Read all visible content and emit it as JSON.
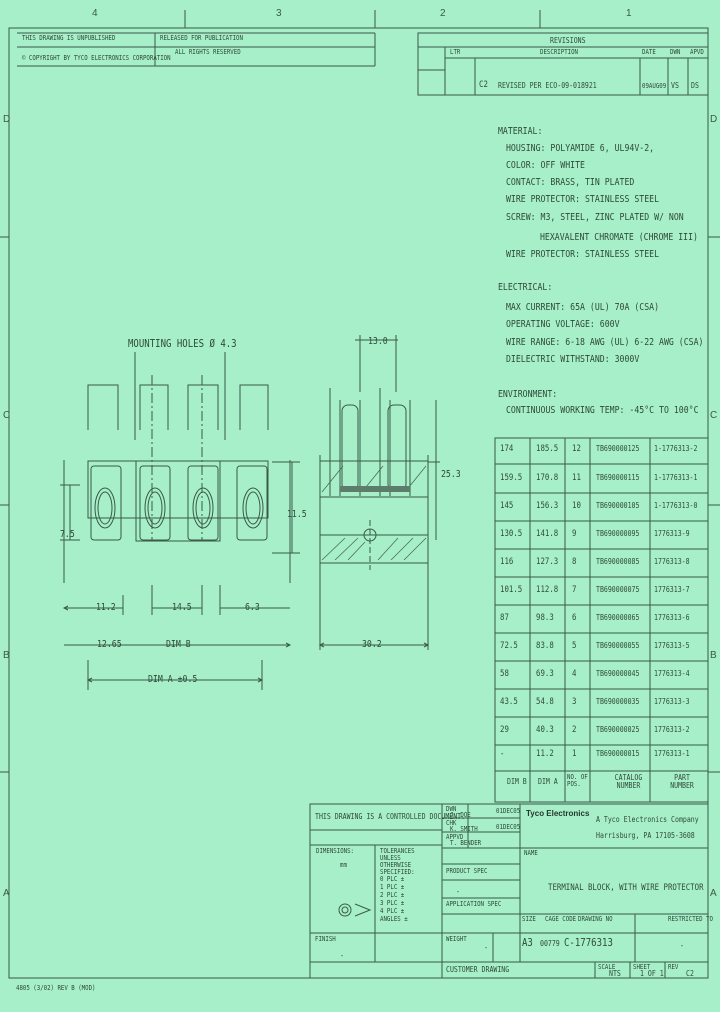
{
  "zones": {
    "top": [
      "4",
      "3",
      "2",
      "1"
    ],
    "left": [
      "D",
      "C",
      "B",
      "A"
    ],
    "right": [
      "D",
      "C",
      "B",
      "A"
    ]
  },
  "header": {
    "dwg_line": "THIS DRAWING IS UNPUBLISHED",
    "copyright": "© COPYRIGHT BY TYCO ELECTRONICS CORPORATION",
    "release": "RELEASED FOR PUBLICATION",
    "rights": "ALL RIGHTS RESERVED",
    "revisions_title": "REVISIONS",
    "rev_cols": [
      "LTR",
      "DESCRIPTION",
      "DATE",
      "DWN",
      "APVD"
    ],
    "rev_row": {
      "ltr": "C2",
      "desc": "REVISED PER ECO-09-018921",
      "date": "09AUG09",
      "dwn": "VS",
      "apvd": "DS"
    }
  },
  "notes": {
    "material_title": "MATERIAL:",
    "material": [
      "HOUSING: POLYAMIDE 6, UL94V-2,",
      "COLOR: OFF WHITE",
      "CONTACT: BRASS, TIN PLATED",
      "WIRE PROTECTOR: STAINLESS STEEL",
      "SCREW: M3, STEEL, ZINC PLATED W/ NON",
      "HEXAVALENT CHROMATE (CHROME III)",
      "WIRE PROTECTOR: STAINLESS STEEL"
    ],
    "electrical_title": "ELECTRICAL:",
    "electrical": [
      "MAX CURRENT: 65A (UL) 70A (CSA)",
      "OPERATING VOLTAGE: 600V",
      "WIRE RANGE: 6-18 AWG (UL) 6-22 AWG (CSA)",
      "DIELECTRIC WITHSTAND: 3000V"
    ],
    "environment_title": "ENVIRONMENT:",
    "environment": [
      "CONTINUOUS WORKING TEMP: -45°C TO 100°C"
    ]
  },
  "dims": {
    "mounting_holes": "MOUNTING HOLES Ø 4.3",
    "d_112": "11.2",
    "d_145": "14.5",
    "d_63": "6.3",
    "d_1265": "12.65",
    "dim_b": "DIM B",
    "dim_a": "DIM A ±0.5",
    "d_75": "7.5",
    "d_115": "11.5",
    "d_130": "13.0",
    "d_253": "25.3",
    "d_302": "30.2"
  },
  "table": {
    "headers": [
      "DIM B",
      "DIM A",
      "NO. OF POS.",
      "CATALOG NUMBER",
      "PART NUMBER"
    ],
    "rows": [
      [
        "174",
        "185.5",
        "12",
        "TB690000125",
        "1-1776313-2"
      ],
      [
        "159.5",
        "170.8",
        "11",
        "TB690000115",
        "1-1776313-1"
      ],
      [
        "145",
        "156.3",
        "10",
        "TB690000105",
        "1-1776313-0"
      ],
      [
        "130.5",
        "141.8",
        "9",
        "TB690000095",
        "1776313-9"
      ],
      [
        "116",
        "127.3",
        "8",
        "TB690000085",
        "1776313-8"
      ],
      [
        "101.5",
        "112.8",
        "7",
        "TB690000075",
        "1776313-7"
      ],
      [
        "87",
        "98.3",
        "6",
        "TB690000065",
        "1776313-6"
      ],
      [
        "72.5",
        "83.8",
        "5",
        "TB690000055",
        "1776313-5"
      ],
      [
        "58",
        "69.3",
        "4",
        "TB690000045",
        "1776313-4"
      ],
      [
        "43.5",
        "54.8",
        "3",
        "TB690000035",
        "1776313-3"
      ],
      [
        "29",
        "40.3",
        "2",
        "TB690000025",
        "1776313-2"
      ],
      [
        "-",
        "11.2",
        "1",
        "TB690000015",
        "1776313-1"
      ]
    ]
  },
  "title_block": {
    "controlled": "THIS DRAWING IS A CONTROLLED DOCUMENT.",
    "dwn_label": "DWN",
    "dwn_val": "J. DOE",
    "dwn_date": "01DEC05",
    "chk_label": "CHK",
    "chk_val": "K. SMITH",
    "chk_date": "01DEC05",
    "appvd_label": "APPVD",
    "appvd_val": "T. BENDER",
    "dimensions_label": "DIMENSIONS:",
    "dimensions_val": "mm",
    "tolerances_label": "TOLERANCES UNLESS OTHERWISE SPECIFIED:",
    "tol_lines": [
      "0 PLC ±",
      "1 PLC ±",
      "2 PLC ±",
      "3 PLC ±",
      "4 PLC ±",
      "ANGLES ±"
    ],
    "company": "Tyco Electronics",
    "company_div": "A Tyco Electronics Company",
    "company_loc": "Harrisburg, PA 17105-3608",
    "product_spec_label": "PRODUCT SPEC",
    "product_spec_val": "-",
    "app_spec_label": "APPLICATION SPEC",
    "app_spec_val": "-",
    "name_label": "NAME",
    "name_val": "TERMINAL BLOCK, WITH WIRE PROTECTOR",
    "weight_label": "WEIGHT",
    "weight_val": "-",
    "finish_label": "FINISH",
    "finish_val": "-",
    "size_label": "SIZE",
    "cage_label": "CAGE CODE",
    "dwg_no_label": "DRAWING NO",
    "restricted_label": "RESTRICTED TO",
    "size_val": "A3",
    "cage_val": "00779",
    "dwg_no": "C-1776313",
    "restricted_val": "-",
    "customer_drawing": "CUSTOMER DRAWING",
    "scale_label": "SCALE",
    "scale_val": "NTS",
    "sheet_label": "SHEET",
    "sheet_val": "1 OF 1",
    "rev_label": "REV",
    "rev_val": "C2",
    "footer": "4805 (3/02) REV B (MOD)"
  }
}
